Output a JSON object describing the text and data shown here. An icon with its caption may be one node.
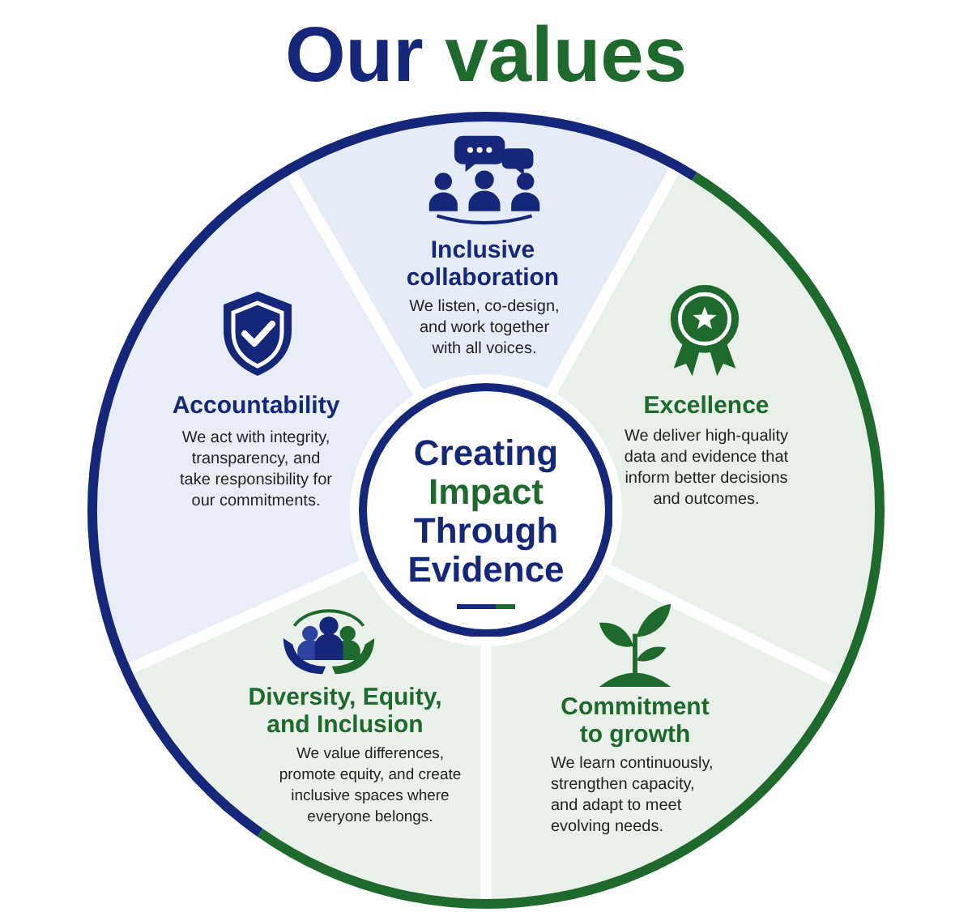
{
  "diagram": {
    "title": "Our values",
    "nodes": [
      {
        "text": [
          "Inclusive collaboration",
          "We listen, co-design, and work together with all voices."
        ]
      },
      {
        "text": [
          "Accountability",
          "We act with integrity, transparency, and take responsibility for our commitments."
        ]
      },
      {
        "text": [
          "Excellence",
          "We deliver high-quality data and evidence that inform better decisions and outcomes."
        ]
      },
      {
        "text": [
          "Creating Impact Through Evidence"
        ]
      },
      {
        "text": [
          "Diversity, Equity, and Inclusion",
          "We value differences, promote equity, and create inclusive spaces where everyone belongs."
        ]
      },
      {
        "text": [
          "Commitment to growth",
          "We learn continuously, strengthen capacity, and adapt to meet evolving needs."
        ]
      }
    ]
  }
}
